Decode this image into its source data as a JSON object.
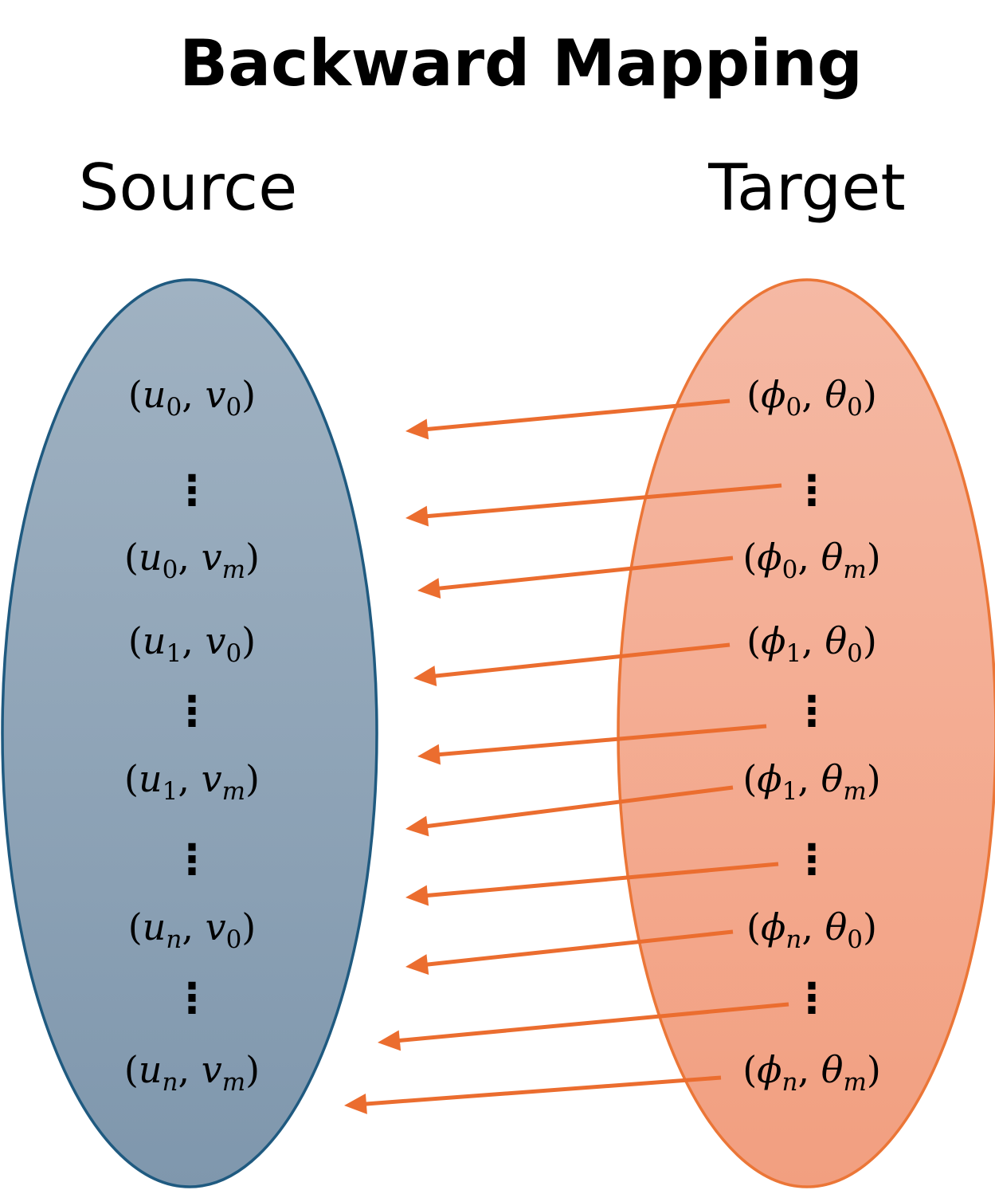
{
  "title": "Backward Mapping",
  "source": {
    "label": "Source",
    "items": [
      {
        "type": "coord",
        "a": "u",
        "as": "0",
        "b": "v",
        "bs": "0"
      },
      {
        "type": "dots"
      },
      {
        "type": "coord",
        "a": "u",
        "as": "0",
        "b": "v",
        "bs": "m"
      },
      {
        "type": "coord",
        "a": "u",
        "as": "1",
        "b": "v",
        "bs": "0"
      },
      {
        "type": "dots"
      },
      {
        "type": "coord",
        "a": "u",
        "as": "1",
        "b": "v",
        "bs": "m"
      },
      {
        "type": "dots"
      },
      {
        "type": "coord",
        "a": "u",
        "as": "n",
        "b": "v",
        "bs": "0"
      },
      {
        "type": "dots"
      },
      {
        "type": "coord",
        "a": "u",
        "as": "n",
        "b": "v",
        "bs": "m"
      }
    ]
  },
  "target": {
    "label": "Target",
    "items": [
      {
        "type": "coord",
        "a": "ϕ",
        "as": "0",
        "b": "θ",
        "bs": "0"
      },
      {
        "type": "dots"
      },
      {
        "type": "coord",
        "a": "ϕ",
        "as": "0",
        "b": "θ",
        "bs": "m"
      },
      {
        "type": "coord",
        "a": "ϕ",
        "as": "1",
        "b": "θ",
        "bs": "0"
      },
      {
        "type": "dots"
      },
      {
        "type": "coord",
        "a": "ϕ",
        "as": "1",
        "b": "θ",
        "bs": "m"
      },
      {
        "type": "dots"
      },
      {
        "type": "coord",
        "a": "ϕ",
        "as": "n",
        "b": "θ",
        "bs": "0"
      },
      {
        "type": "dots"
      },
      {
        "type": "coord",
        "a": "ϕ",
        "as": "n",
        "b": "θ",
        "bs": "m"
      }
    ]
  },
  "colors": {
    "source_fill_top": "#a0b2c2",
    "source_fill_bottom": "#7f97ad",
    "source_stroke": "#1f5a80",
    "target_fill_top": "#f5b9a4",
    "target_fill_bottom": "#f29f80",
    "target_stroke": "#eb7637",
    "arrow": "#eb6d2f"
  }
}
